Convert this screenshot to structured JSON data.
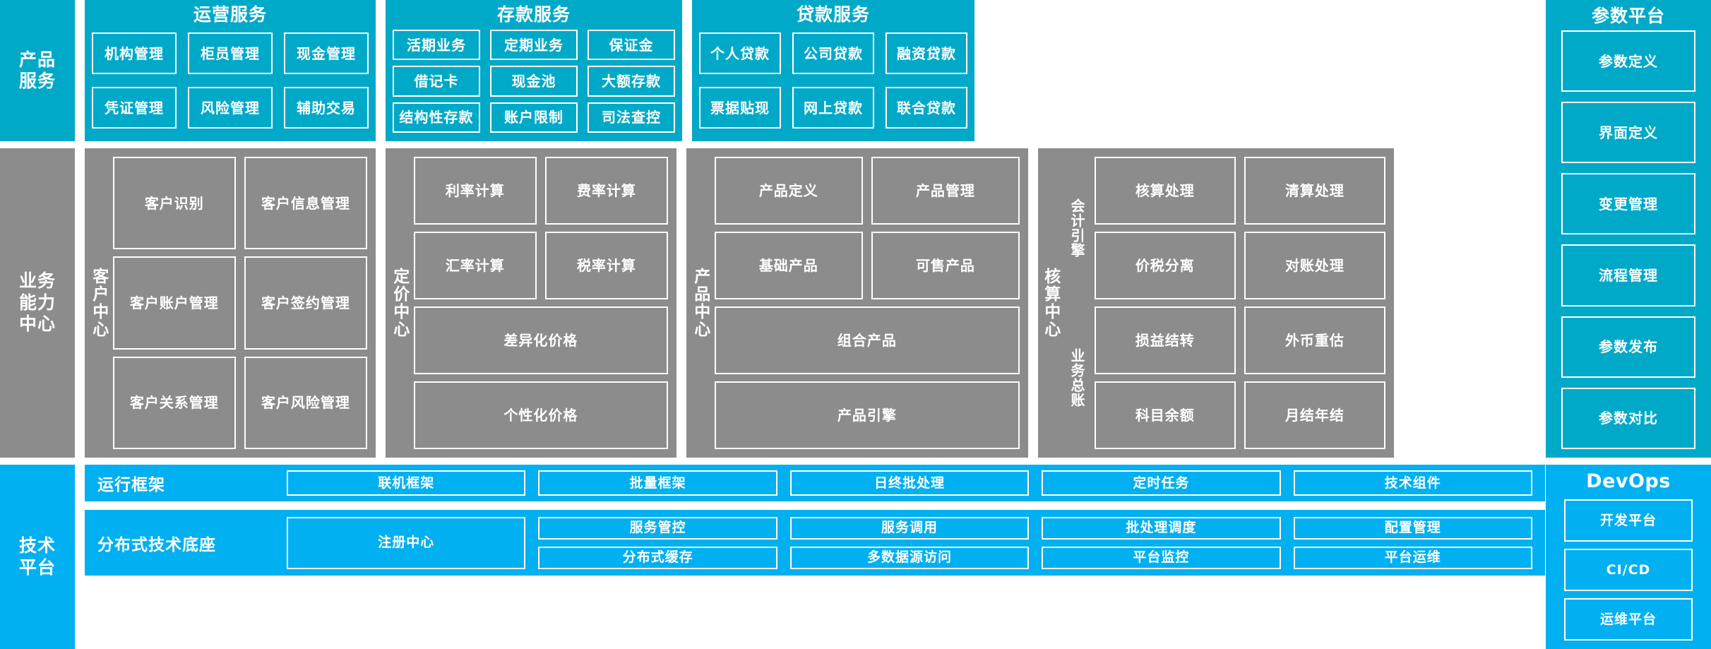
{
  "colors": {
    "teal": "#00A9C8",
    "gray": "#8C8C8C",
    "blue": "#00B0F0",
    "outline": "#FFFFFF",
    "background": "#FFFFFF"
  },
  "layers": {
    "product_services": {
      "rail_label": "产品\n服务",
      "groups": [
        {
          "title": "运营服务",
          "tiles": [
            "机构管理",
            "柜员管理",
            "现金管理",
            "凭证管理",
            "风险管理",
            "辅助交易"
          ]
        },
        {
          "title": "存款服务",
          "tiles": [
            "活期业务",
            "定期业务",
            "保证金",
            "借记卡",
            "现金池",
            "大额存款",
            "结构性存款",
            "账户限制",
            "司法查控"
          ]
        },
        {
          "title": "贷款服务",
          "tiles": [
            "个人贷款",
            "公司贷款",
            "融资贷款",
            "票据贴现",
            "网上贷款",
            "联合贷款"
          ]
        }
      ]
    },
    "business_capability": {
      "rail_label": "业务\n能力\n中心",
      "centers": [
        {
          "name": "客户中心",
          "tiles": [
            "客户识别",
            "客户信息管理",
            "客户账户管理",
            "客户签约管理",
            "客户关系管理",
            "客户风险管理"
          ]
        },
        {
          "name": "定价中心",
          "tiles": [
            "利率计算",
            "费率计算",
            "汇率计算",
            "税率计算",
            "差异化价格",
            "个性化价格"
          ],
          "wide_tiles": [
            "差异化价格",
            "个性化价格"
          ]
        },
        {
          "name": "产品中心",
          "tiles": [
            "产品定义",
            "产品管理",
            "基础产品",
            "可售产品",
            "组合产品",
            "产品引擎"
          ],
          "wide_tiles": [
            "组合产品",
            "产品引擎"
          ]
        },
        {
          "name": "核算中心",
          "subgroups": [
            {
              "name": "会计引擎",
              "tiles": [
                "核算处理",
                "清算处理",
                "价税分离",
                "对账处理"
              ]
            },
            {
              "name": "业务总账",
              "tiles": [
                "损益结转",
                "外币重估",
                "科目余额",
                "月结年结"
              ]
            }
          ]
        }
      ]
    },
    "technology_platform": {
      "rail_label": "技术\n平台",
      "rows": [
        {
          "label": "运行框架",
          "tiles": [
            "联机框架",
            "批量框架",
            "日终批处理",
            "定时任务",
            "技术组件"
          ]
        },
        {
          "label": "分布式技术底座",
          "anchor_tile": "注册中心",
          "tiles": [
            "服务管控",
            "服务调用",
            "批处理调度",
            "配置管理",
            "分布式缓存",
            "多数据源访问",
            "平台监控",
            "平台运维"
          ]
        }
      ]
    }
  },
  "parameter_platform": {
    "title": "参数平台",
    "items": [
      "参数定义",
      "界面定义",
      "变更管理",
      "流程管理",
      "参数发布",
      "参数对比"
    ]
  },
  "devops": {
    "title": "DevOps",
    "items": [
      "开发平台",
      "CI/CD",
      "运维平台"
    ]
  }
}
